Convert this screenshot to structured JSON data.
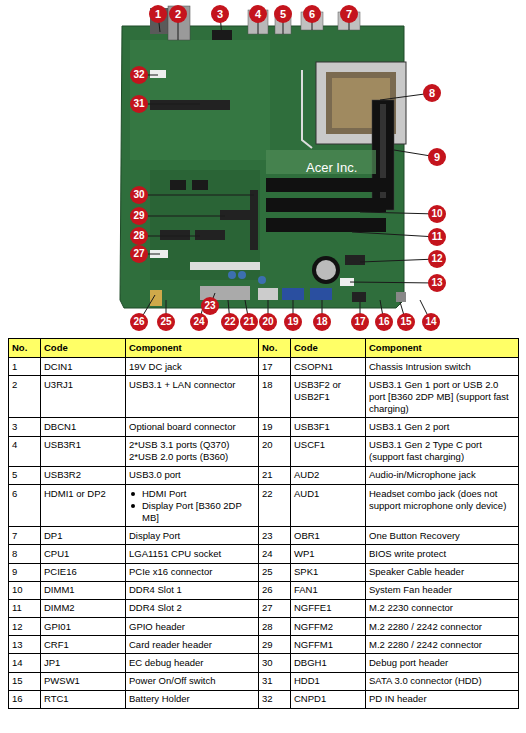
{
  "diagram": {
    "nodes": [
      {
        "text": [
          "1"
        ]
      },
      {
        "text": [
          "2"
        ]
      },
      {
        "text": [
          "3"
        ]
      },
      {
        "text": [
          "4"
        ]
      },
      {
        "text": [
          "5"
        ]
      },
      {
        "text": [
          "6"
        ]
      },
      {
        "text": [
          "7"
        ]
      },
      {
        "text": [
          "8"
        ]
      },
      {
        "text": [
          "9"
        ]
      },
      {
        "text": [
          "10"
        ]
      },
      {
        "text": [
          "11"
        ]
      },
      {
        "text": [
          "12"
        ]
      },
      {
        "text": [
          "13"
        ]
      },
      {
        "text": [
          "14"
        ]
      },
      {
        "text": [
          "15"
        ]
      },
      {
        "text": [
          "16"
        ]
      },
      {
        "text": [
          "17"
        ]
      },
      {
        "text": [
          "18"
        ]
      },
      {
        "text": [
          "19"
        ]
      },
      {
        "text": [
          "20"
        ]
      },
      {
        "text": [
          "21"
        ]
      },
      {
        "text": [
          "22"
        ]
      },
      {
        "text": [
          "23"
        ]
      },
      {
        "text": [
          "24"
        ]
      },
      {
        "text": [
          "25"
        ]
      },
      {
        "text": [
          "26"
        ]
      },
      {
        "text": [
          "27"
        ]
      },
      {
        "text": [
          "28"
        ]
      },
      {
        "text": [
          "29"
        ]
      },
      {
        "text": [
          "30"
        ]
      },
      {
        "text": [
          "31"
        ]
      },
      {
        "text": [
          "32"
        ]
      }
    ],
    "labels": [
      "Acer Inc.",
      "No.",
      "Code",
      "Component",
      "No.",
      "Code",
      "Component",
      "1",
      "DCIN1",
      "19V DC jack",
      "17",
      "CSOPN1",
      "Chassis Intrusion switch",
      "2",
      "U3RJ1",
      "USB3.1 + LAN connector",
      "18",
      "USB3F2 or USB2F1",
      "USB3.1 Gen 1 port or USB 2.0 port [B360 2DP MB] (support fast charging)",
      "3",
      "DBCN1",
      "Optional board connector",
      "19",
      "USB3F1",
      "USB3.1 Gen 2 port",
      "4",
      "USB3R1",
      "2*USB 3.1 ports (Q370)",
      "2*USB 2.0 ports (B360)",
      "20",
      "USCF1",
      "USB3.1 Gen 2 Type C port (support fast charging)",
      "5",
      "USB3R2",
      "USB3.0 port",
      "21",
      "AUD2",
      "Audio-in/Microphone jack",
      "6",
      "HDMI1 or DP2",
      "HDMI Port",
      "Display Port [B360 2DP MB]",
      "22",
      "AUD1",
      "Headset combo jack (does not support microphone only device)",
      "7",
      "DP1",
      "Display Port",
      "23",
      "OBR1",
      "One Button Recovery",
      "8",
      "CPU1",
      "LGA1151 CPU socket",
      "24",
      "WP1",
      "BIOS write protect",
      "9",
      "PCIE16",
      "PCIe x16 connector",
      "25",
      "SPK1",
      "Speaker Cable header",
      "10",
      "DIMM1",
      "DDR4 Slot 1",
      "26",
      "FAN1",
      "System Fan header",
      "11",
      "DIMM2",
      "DDR4 Slot 2",
      "27",
      "NGFFE1",
      "M.2 2230 connector",
      "12",
      "GPI01",
      "GPIO header",
      "28",
      "NGFFM2",
      "M.2 2280 / 2242 connector",
      "13",
      "CRF1",
      "Card reader header",
      "29",
      "NGFFM1",
      "M.2 2280 / 2242 connector",
      "14",
      "JP1",
      "EC debug header",
      "30",
      "DBGH1",
      "Debug port header",
      "15",
      "PWSW1",
      "Power On/Off switch",
      "31",
      "HDD1",
      "SATA 3.0 connector (HDD)",
      "16",
      "RTC1",
      "Battery Holder",
      "32",
      "CNPD1",
      "PD IN header"
    ]
  }
}
